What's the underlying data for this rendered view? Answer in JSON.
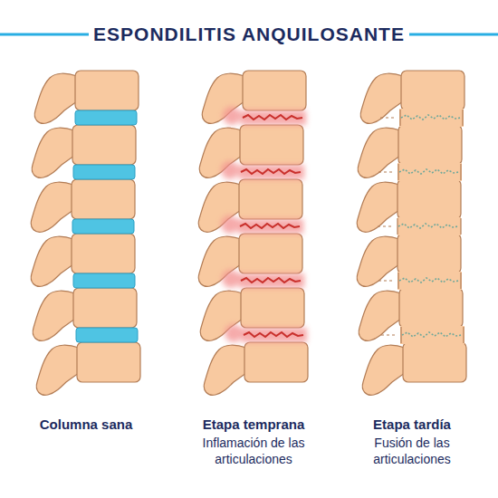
{
  "diagram": {
    "title": "ESPONDILITIS ANQUILOSANTE",
    "labels": [
      "Columna sana",
      "Etapa temprana",
      "Inflamación de las articulaciones",
      "Etapa tardía",
      "Fusión de las articulaciones"
    ]
  }
}
